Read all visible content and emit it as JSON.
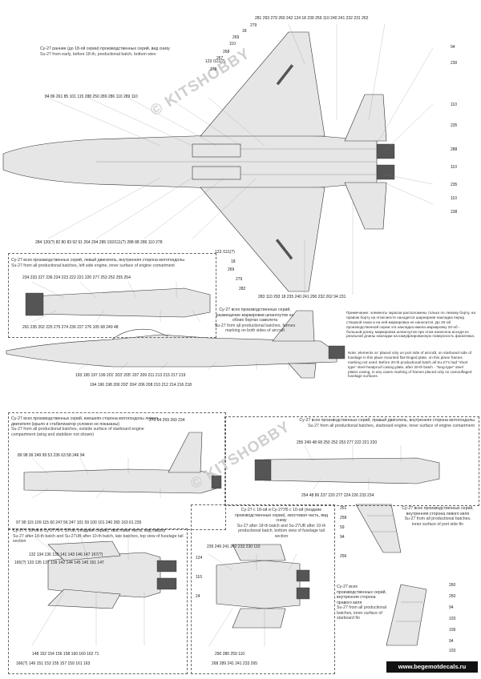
{
  "panels": {
    "bottom_early": {
      "title_ru": "Су-27 ранние (до 18-ой серии) производственных серий, вид снизу",
      "title_en": "Su-27 from early, before 18-th, productional batch, bottom wiev",
      "top_right_nums": "281 293 279 260 242 124 18 239 259 110 240 241 232 231 262",
      "left_nums_a": "279",
      "left_nums_b": "18",
      "left_nums_c": "269",
      "left_nums_d": "110",
      "left_nums_e": "268",
      "left_nums_f": "267",
      "left_nums_g": "123 /111(?)",
      "left_nums_h": "278",
      "mid_nums": "84 86 261 85 101 115 288 250 289 286 110 289 110",
      "right_nums": [
        "94",
        "230",
        "110",
        "235",
        "288",
        "110",
        "235",
        "110",
        "238"
      ],
      "bottom_nums": "284 120(?) 82 80 83 92 91 264 294 285 192/111(?) 288 88 286 110 278",
      "bottom_nums_2": "123 /111(?)",
      "bottom_left_nums": [
        "18",
        "269",
        "279",
        "282"
      ],
      "bottom_tail_nums": "283 110 293 18 235 240 241 290 232 262 94 231"
    },
    "engine_left": {
      "title_ru": "Су-27 всех производственных серий, левый двигатель, внутренняя сторона мотогондолы",
      "title_en": "Su-27 from all productional batches, left side engine, inner surface of engine comartment",
      "top_nums": "234 233 227 236 224 223 222 221 220 277 253 252 255 254",
      "bottom_nums": "291 235 202 225 275 274 236 227 276 105 68 249 48"
    },
    "side_port": {
      "title_ru": "Су-27 всех производственных серий, размещение маркировки шпангоутов на обоих бортах самолета",
      "title_en": "Su-27 from all productional batches, farmes marking on both sides of aircraft",
      "note_ru": "Примечание: элементы окраски расположены только по левому борту, на правом борту на этом месте находится шарнирная накладка перед створкой люка и на ней маркировка не наносится. До 20-ой производственной серии эта накладка имела маркировку 20-об - большой длину, маркировка шпангоутов при этом нанесена исходя из реальной длины накладки на камуфлированную поверхность фюзеляжа.",
      "note_en": "Note: elements xx' placed only on port side of aircraft, on starboard side of fuselage in this place mounted flat-hinged plate, on this plane frames marking not used. Before 20-th productional batch all Su-27's had \"short type\" steel heatproof casing plate, after 20-th batch - \"long-type\" steel plates casing, in any cases marking of frames placed only on camouflaged fuselage surfaces.",
      "bottom_nums_1": "193 195 197 199 201' 203' 205' 207 209 211 213 215 217 219",
      "bottom_nums_2": "194 196 198 200 202' 204' 206 208 210 212 214 216 218"
    },
    "engine_outer": {
      "title_ru": "Су-27 всех производственных серий, внешняя сторона мотогондолы левого двигателя (крыло и стабилизатор условно не показаны)",
      "title_en": "Su-27 from all productional batches, outside surface of starboard engine compartment (wing and stabilizer not shown)",
      "top_nums": "270 94 259 260 234",
      "row1": "89 98 99 249 99 53 236 63 58 246 94",
      "bottom_nums": "97 99 115 109 115 60 247 56 247 101 59 100 101 240 265 163 61 235"
    },
    "engine_right": {
      "title_ru": "Су-27 всех производственных серий, правый двигатель, внутренняя сторона мотогондолы",
      "title_en": "Su-27 from all productional batches, starboard engine, inner surface of engine comartment",
      "top_nums": "255 249 48 68 250 252 253 277 222 221 220",
      "bottom_nums": "254 48 86 237 220 277 224 226 233 234"
    },
    "tail_top": {
      "title_ru": "Су-27 с 18-ой и Су-27УБ с 10-ой, (поздние серии), хвостовая часть, вид сверху",
      "title_en": "Su-27 after 18-th batch and Su-27UB after 10-th batch, late batches, top view of fuselage tail section",
      "top_nums": "132 134 136 139 141 143 146 147 167(?)",
      "row2": "165(?) 133 135 137 139 142 144 145 145 151 147",
      "bottom_nums": "148 152 154 156 158 160 160 162 71",
      "bottom_nums_2": "166(?) 149 151 153 155 157 159 161 163"
    },
    "tail_bottom": {
      "title_ru": "Су-27 с 18-ой и Су-27УБ с 10-ой (поздние производственные серии), хвостовая часть, вид снизу",
      "title_en": "Su-27 after 18-th batch and Su-27UB after 10-th productional batch, bottom view of fuselage tail section",
      "top_nums": "239 249 241 242 233 230 110",
      "mid_left": [
        "124",
        "110",
        "24"
      ],
      "bottom_nums": "290 280 259 110",
      "bottom_nums_2": "268 289 241 241 233 265"
    },
    "port_fin": {
      "title_ru": "Су-27 всех производственных серий, внутренняя сторона левого киля",
      "title_en": "Su-27 from all productional batches, inner surface of port side fin",
      "nums": [
        "261",
        "258",
        "59",
        "94",
        "256"
      ]
    },
    "starboard_fin": {
      "title_ru": "Су-27 всех производственных серий, внутренняя сторона правого киля",
      "title_en": "Su-27 from all productional batches, inner surface of starboard fin",
      "nums": [
        "260",
        "250",
        "94",
        "103",
        "109",
        "94",
        "103"
      ]
    }
  },
  "watermark": "© KITSHOBBY",
  "footer": "www.begemotdecals.ru"
}
